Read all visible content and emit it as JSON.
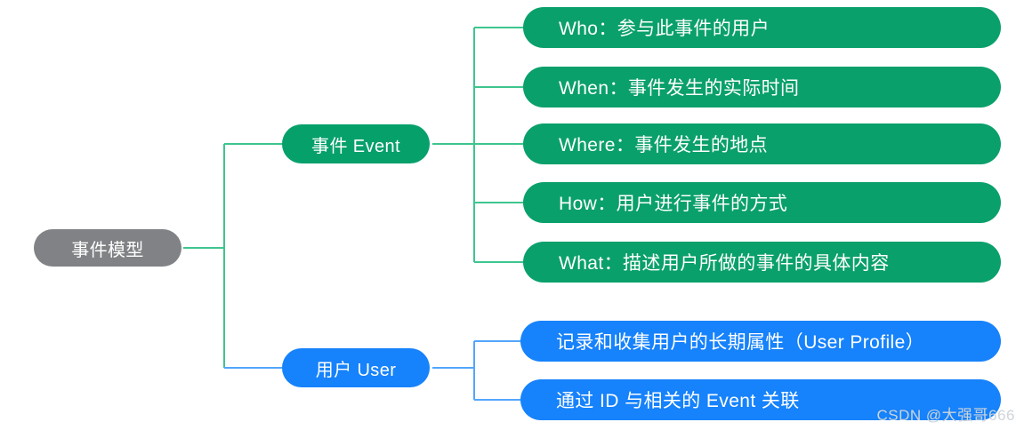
{
  "diagram": {
    "title": "事件模型",
    "root": {
      "label": "事件模型",
      "color": "#808285"
    },
    "branches": [
      {
        "id": "event",
        "label": "事件 Event",
        "color": "#06a06b",
        "line_color": "#3ec58f",
        "children": [
          {
            "label": "Who：参与此事件的用户"
          },
          {
            "label": "When：事件发生的实际时间"
          },
          {
            "label": "Where：事件发生的地点"
          },
          {
            "label": "How：用户进行事件的方式"
          },
          {
            "label": "What：描述用户所做的事件的具体内容"
          }
        ]
      },
      {
        "id": "user",
        "label": "用户 User",
        "color": "#1682fb",
        "line_color": "#53a6fd",
        "children": [
          {
            "label": "记录和收集用户的长期属性（User Profile）"
          },
          {
            "label": "通过 ID 与相关的 Event 关联"
          }
        ]
      }
    ]
  },
  "watermark": {
    "text": "CSDN @大强哥666"
  }
}
